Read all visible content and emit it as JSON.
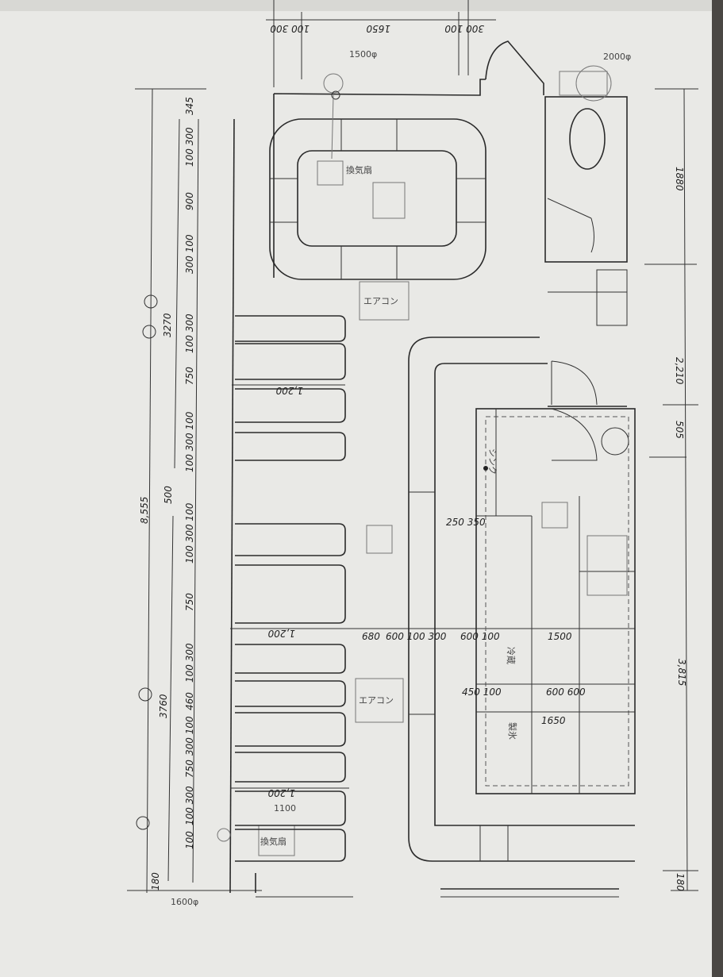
{
  "left_dimensions": {
    "overall": "8,555",
    "upper_total": "3270",
    "lower_total": "3760",
    "middle_gap": "500",
    "top_offset": "345",
    "bottom_offset": "180",
    "upper_segments": [
      "100 300",
      "900",
      "300 100",
      "100 300",
      "750",
      "100 300 100"
    ],
    "lower_segments": [
      "100 300 100",
      "750",
      "100 300",
      "460",
      "300 100",
      "750",
      "100 300",
      "100"
    ]
  },
  "right_dimensions": {
    "toilet": "1880",
    "middle": "2,210",
    "small": "505",
    "kitchen": "3,815",
    "bottom": "180"
  },
  "top_dimensions": [
    "100 300",
    "1650",
    "300 100"
  ],
  "interior_dimensions": {
    "booth_width_1": "1,200",
    "booth_width_2": "1,200",
    "booth_width_3": "1,200",
    "aisle": "680",
    "counter": "600 100 300",
    "sink_dims": "250 350",
    "kitchen_row1": "600 100",
    "kitchen_row2": "450 100",
    "kitchen_cols": "600 600",
    "kitchen_total": "1650",
    "fridge_dim": "1500",
    "width_note": "1100"
  },
  "notes": {
    "fan_top": "1500φ",
    "fan_toilet": "2000φ",
    "fan_bottom": "1600φ",
    "aircon_1": "エアコン",
    "aircon_2": "エアコン",
    "sink": "シンク",
    "exhaust_1": "換気扇",
    "exhaust_2": "換気扇",
    "cold_1": "冷蔵",
    "ice": "製氷"
  }
}
